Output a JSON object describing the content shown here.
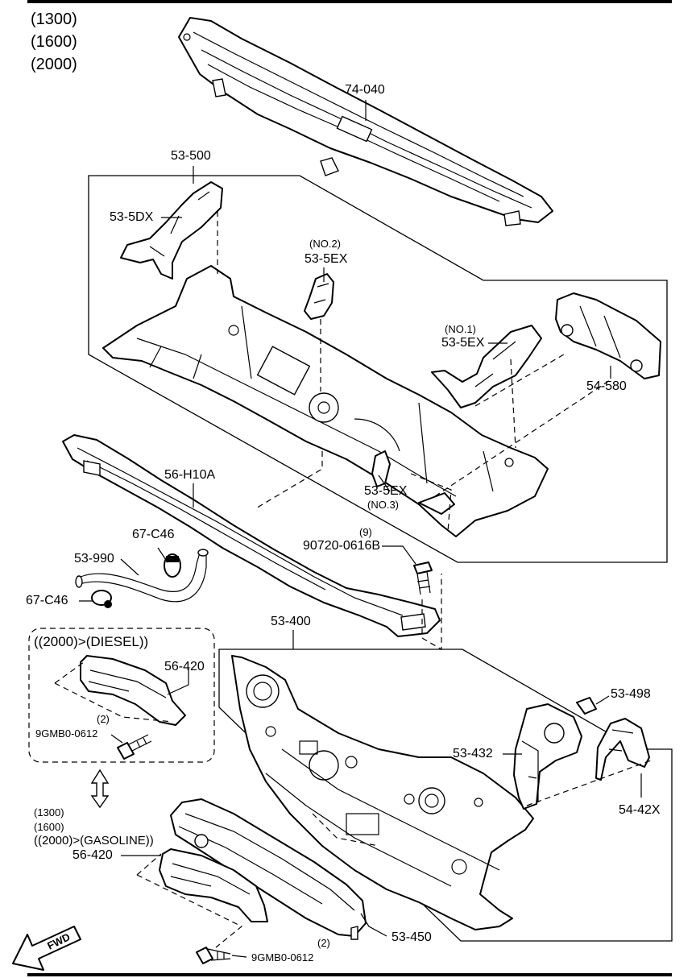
{
  "header": {
    "models": [
      "(1300)",
      "(1600)",
      "(2000)"
    ]
  },
  "labels": {
    "p74_040": "74-040",
    "p53_500": "53-500",
    "p53_5dx": "53-5DX",
    "no2": "(NO.2)",
    "p53_5ex_2": "53-5EX",
    "no1": "(NO.1)",
    "p53_5ex_1": "53-5EX",
    "p54_580": "54-580",
    "p56_h10a": "56-H10A",
    "p53_5ex_3": "53-5EX",
    "no3": "(NO.3)",
    "p67_c46_a": "67-C46",
    "p53_990": "53-990",
    "p67_c46_b": "67-C46",
    "qty9": "(9)",
    "p90720": "90720-0616B",
    "p53_400": "53-400",
    "diesel": "((2000)>(DIESEL))",
    "p56_420_d": "56-420",
    "qty2_a": "(2)",
    "p9gmb0_a": "9GMB0-0612",
    "p53_498": "53-498",
    "p53_432": "53-432",
    "p54_42x": "54-42X",
    "g1300": "(1300)",
    "g1600": "(1600)",
    "g2000": "((2000)>(GASOLINE))",
    "p56_420_g": "56-420",
    "p53_450": "53-450",
    "qty2_b": "(2)",
    "p9gmb0_b": "9GMB0-0612",
    "fwd": "FWD"
  },
  "icons": [
    "fwd-arrow-icon",
    "interchange-arrow-icon"
  ]
}
